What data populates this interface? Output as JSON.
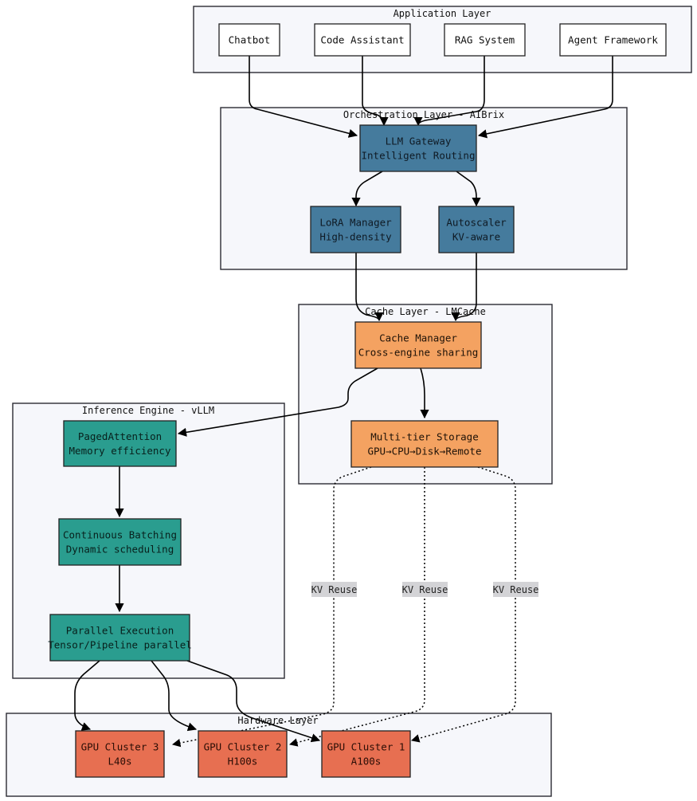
{
  "layers": {
    "application": "Application Layer",
    "orchestration": "Orchestration Layer - AIBrix",
    "cache": "Cache Layer - LMCache",
    "inference": "Inference Engine - vLLM",
    "hardware": "Hardware Layer"
  },
  "nodes": {
    "chatbot": [
      "Chatbot"
    ],
    "code_assistant": [
      "Code Assistant"
    ],
    "rag_system": [
      "RAG System"
    ],
    "agent_framework": [
      "Agent Framework"
    ],
    "llm_gateway": [
      "LLM Gateway",
      "Intelligent Routing"
    ],
    "lora_manager": [
      "LoRA Manager",
      "High-density"
    ],
    "autoscaler": [
      "Autoscaler",
      "KV-aware"
    ],
    "cache_manager": [
      "Cache Manager",
      "Cross-engine sharing"
    ],
    "multi_tier_storage": [
      "Multi-tier Storage",
      "GPU→CPU→Disk→Remote"
    ],
    "paged_attention": [
      "PagedAttention",
      "Memory efficiency"
    ],
    "continuous_batching": [
      "Continuous Batching",
      "Dynamic scheduling"
    ],
    "parallel_execution": [
      "Parallel Execution",
      "Tensor/Pipeline parallel"
    ],
    "gpu_cluster_3": [
      "GPU Cluster 3",
      "L40s"
    ],
    "gpu_cluster_2": [
      "GPU Cluster 2",
      "H100s"
    ],
    "gpu_cluster_1": [
      "GPU Cluster 1",
      "A100s"
    ]
  },
  "edge_labels": {
    "kv_reuse_1": "KV Reuse",
    "kv_reuse_2": "KV Reuse",
    "kv_reuse_3": "KV Reuse"
  },
  "colors": {
    "app_node_fill": "#ffffff",
    "orchestration_node_fill": "#457b9d",
    "cache_node_fill": "#f4a261",
    "inference_node_fill": "#2a9d8f",
    "hardware_node_fill": "#e76f51",
    "layer_fill": "#f6f7fb",
    "edge_label_bg": "#d3d3d6"
  }
}
